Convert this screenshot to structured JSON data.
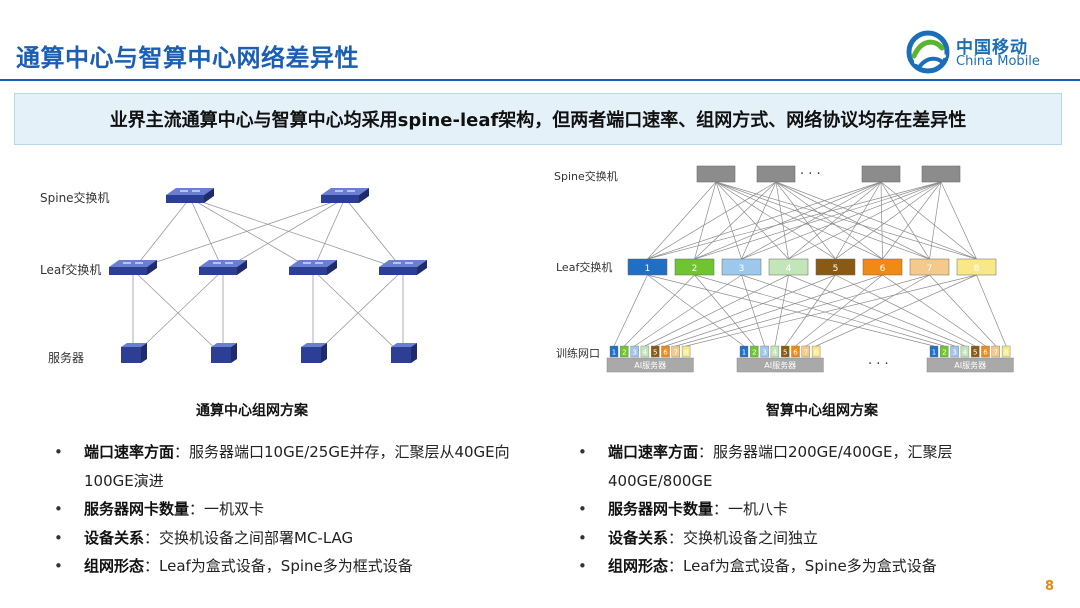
{
  "header": {
    "title": "通算中心与智算中心网络差异性",
    "logo_cn": "中国移动",
    "logo_en": "China Mobile"
  },
  "banner": "业界主流通算中心与智算中心均采用spine-leaf架构，但两者端口速率、组网方式、网络协议均存在差异性",
  "left_diagram": {
    "spine_label": "Spine交换机",
    "leaf_label": "Leaf交换机",
    "server_label": "服务器",
    "caption": "通算中心组网方案"
  },
  "right_diagram": {
    "spine_label": "Spine交换机",
    "leaf_label": "Leaf交换机",
    "nic_label": "训练网口",
    "ellipsis": "· · ·",
    "leaf_numbers": [
      "1",
      "2",
      "3",
      "4",
      "5",
      "6",
      "7",
      "8"
    ],
    "leaf_colors": [
      "#1f6fc5",
      "#6fc52f",
      "#9cc8ec",
      "#c3e6b9",
      "#8a5a14",
      "#f08a14",
      "#f5c98a",
      "#f8e88a"
    ],
    "nic_numbers": [
      "1",
      "2",
      "3",
      "4",
      "5",
      "6",
      "7",
      "8"
    ],
    "server_label": "AI服务器",
    "caption": "智算中心组网方案"
  },
  "left_bullets": [
    {
      "label": "端口速率方面",
      "text": "：服务器端口10GE/25GE并存，汇聚层从40GE向100GE演进"
    },
    {
      "label": "服务器网卡数量",
      "text": "：一机双卡"
    },
    {
      "label": "设备关系",
      "text": "：交换机设备之间部署MC-LAG"
    },
    {
      "label": "组网形态",
      "text": "：Leaf为盒式设备，Spine多为框式设备"
    }
  ],
  "right_bullets": [
    {
      "label": "端口速率方面",
      "text": "：服务器端口200GE/400GE，汇聚层400GE/800GE"
    },
    {
      "label": "服务器网卡数量",
      "text": "：一机八卡"
    },
    {
      "label": "设备关系",
      "text": "：交换机设备之间独立"
    },
    {
      "label": "组网形态",
      "text": "：Leaf为盒式设备，Spine多为盒式设备"
    }
  ],
  "page_number": "8"
}
